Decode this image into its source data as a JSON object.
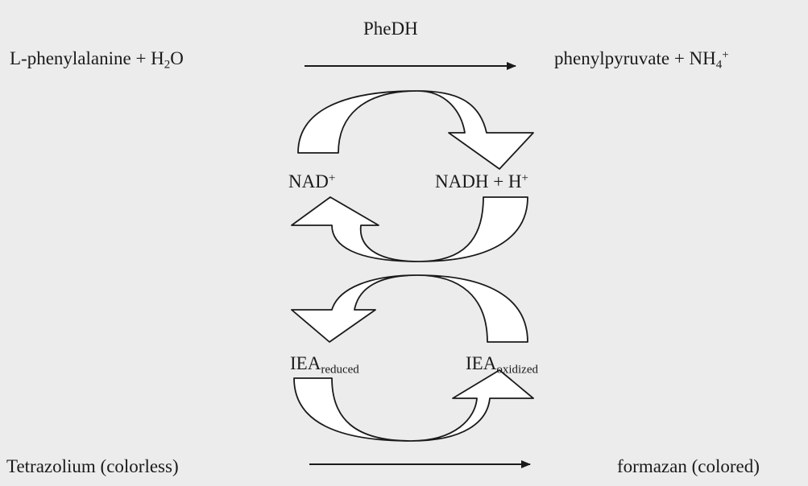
{
  "enzyme": "PheDH",
  "reaction1": {
    "substrate": {
      "main": "L-phenylalanine  +  H",
      "sub": "2",
      "tail": "O"
    },
    "products": {
      "main": "phenylpyruvate  +  NH",
      "sub": "4",
      "sup": "+"
    }
  },
  "cofactor": {
    "oxidized": {
      "main": "NAD",
      "sup": "+"
    },
    "reduced": {
      "main": "NADH + H",
      "sup": "+"
    }
  },
  "mediator": {
    "reduced": {
      "main": "IEA",
      "sub": "reduced"
    },
    "oxidized": {
      "main": "IEA",
      "sub": "oxidized"
    }
  },
  "reaction2": {
    "substrate": "Tetrazolium (colorless)",
    "product": "formazan (colored)"
  },
  "colors": {
    "stroke": "#1a1a1a",
    "fill": "#ffffff",
    "background": "#ececec"
  }
}
